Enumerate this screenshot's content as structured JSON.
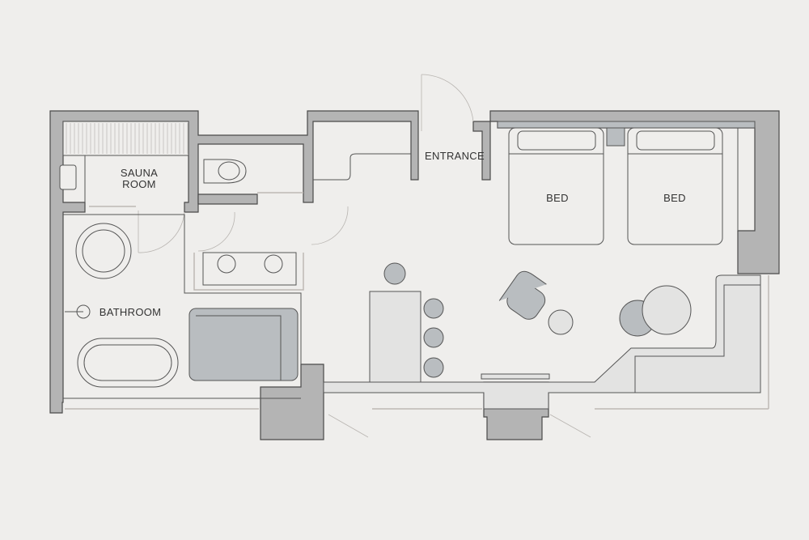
{
  "plan": {
    "rooms": {
      "sauna_line1": "SAUNA",
      "sauna_line2": "ROOM",
      "entrance": "ENTRANCE",
      "bed_left": "BED",
      "bed_right": "BED",
      "bathroom": "BATHROOM"
    },
    "colors": {
      "background": "#efeeec",
      "wall": "#b4b4b4",
      "furniture_grey": "#b9bdc0",
      "furniture_light": "#e3e3e2"
    }
  }
}
